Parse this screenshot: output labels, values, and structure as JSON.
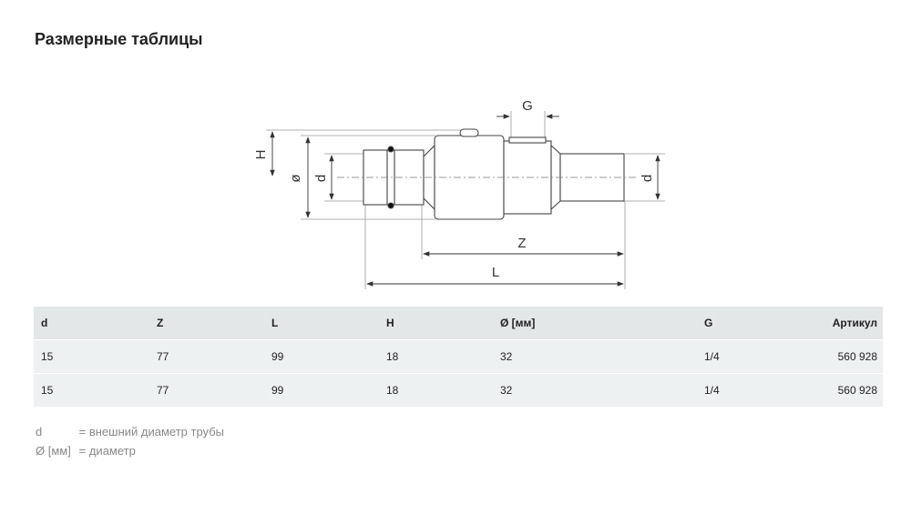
{
  "title": "Размерные таблицы",
  "drawing": {
    "labels": {
      "H": "H",
      "diam": "ø",
      "d_left": "d",
      "d_right": "d",
      "G": "G",
      "Z": "Z",
      "L": "L"
    }
  },
  "table": {
    "headers": [
      "d",
      "Z",
      "L",
      "H",
      "Ø [мм]",
      "G",
      "Артикул"
    ],
    "rows": [
      [
        "15",
        "77",
        "99",
        "18",
        "32",
        "1/4",
        "560 928"
      ],
      [
        "15",
        "77",
        "99",
        "18",
        "32",
        "1/4",
        "560 928"
      ]
    ]
  },
  "legend": [
    {
      "key": "d",
      "sep": "=",
      "text": "внешний диаметр трубы"
    },
    {
      "key": "Ø [мм]",
      "sep": "=",
      "text": "диаметр"
    }
  ]
}
